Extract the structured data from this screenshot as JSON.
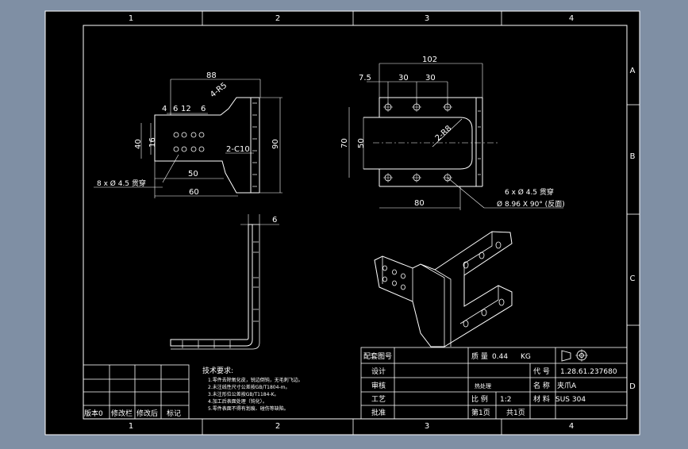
{
  "colors": {
    "background": "#7f8fa4",
    "sheet": "#000000",
    "line": "#ffffff",
    "highlight": "#a8b4c8"
  },
  "zones": {
    "top_numbers": [
      "1",
      "2",
      "3",
      "4"
    ],
    "side_letters": [
      "A",
      "B",
      "C",
      "D"
    ]
  },
  "front_view": {
    "dims": [
      "88",
      "4-R5",
      "4",
      "6",
      "12",
      "6",
      "16",
      "40",
      "2-C10",
      "90",
      "50",
      "60"
    ],
    "hole_note": "8 x Ø 4.5 贯穿"
  },
  "top_view": {
    "dims": [
      "102",
      "7.5",
      "30",
      "30",
      "2-R8",
      "70",
      "50",
      "80"
    ],
    "hole_note_1": "6 x Ø 4.5 贯穿",
    "hole_note_2": "Ø 8.96 X 90°  (反面)"
  },
  "side_view": {
    "dims": [
      "6"
    ]
  },
  "tech_notes": {
    "title": "技术要求:",
    "lines": [
      "1.零件去除氧化皮，锐边倒钝，无毛刺飞边。",
      "2.未注线性尺寸公差按GB/T1804-m。",
      "3.未注形位公差按GB/T1184-K。",
      "4.加工后表面处理（钝化）。",
      "5.零件表面不得有划痕、碰伤等缺陷。"
    ]
  },
  "revision_table": {
    "headers": [
      "版本0",
      "修改栏",
      "修改后",
      "标记"
    ]
  },
  "title_block": {
    "pei_tao_label": "配套图号",
    "zhi_liang_label": "质 量",
    "mass_value": "0.44",
    "mass_unit": "KG",
    "design_label": "设计",
    "code_label": "代 号",
    "code_value": "1.28.61.237680",
    "review_label": "审核",
    "heat_label": "热处理",
    "name_label": "名 称",
    "name_value": "夹爪A",
    "process_label": "工艺",
    "scale_label": "比 例",
    "scale_value": "1:2",
    "material_label": "材 料",
    "material_value": "SUS 304",
    "approve_label": "批准",
    "page_label": "第1页",
    "total_label": "共1页"
  }
}
